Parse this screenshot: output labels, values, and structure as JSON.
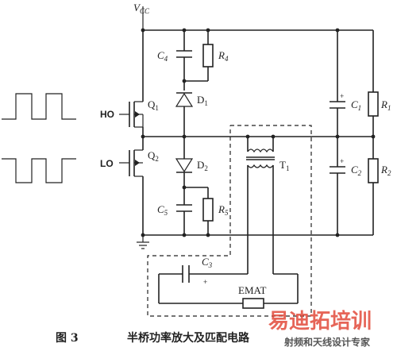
{
  "labels": {
    "vcc": "V",
    "vcc_sub": "CC",
    "c4": "C",
    "c4_sub": "4",
    "r4": "R",
    "r4_sub": "4",
    "ho": "HO",
    "q1": "Q",
    "q1_sub": "1",
    "d1": "D",
    "d1_sub": "1",
    "c1": "C",
    "c1_sub": "1",
    "r1": "R",
    "r1_sub": "1",
    "lo": "LO",
    "q2": "Q",
    "q2_sub": "2",
    "d2": "D",
    "d2_sub": "2",
    "t1": "T",
    "t1_sub": "1",
    "c2": "C",
    "c2_sub": "2",
    "r2": "R",
    "r2_sub": "2",
    "c5": "C",
    "c5_sub": "5",
    "r5": "R",
    "r5_sub": "5",
    "c3": "C",
    "c3_sub": "3",
    "emat": "EMAT",
    "plus": "+"
  },
  "caption": {
    "figure_no": "图 3",
    "title": "半桥功率放大及匹配电路"
  },
  "watermark": {
    "brand": "易迪拓培训",
    "subtitle": "射频和天线设计专家"
  }
}
